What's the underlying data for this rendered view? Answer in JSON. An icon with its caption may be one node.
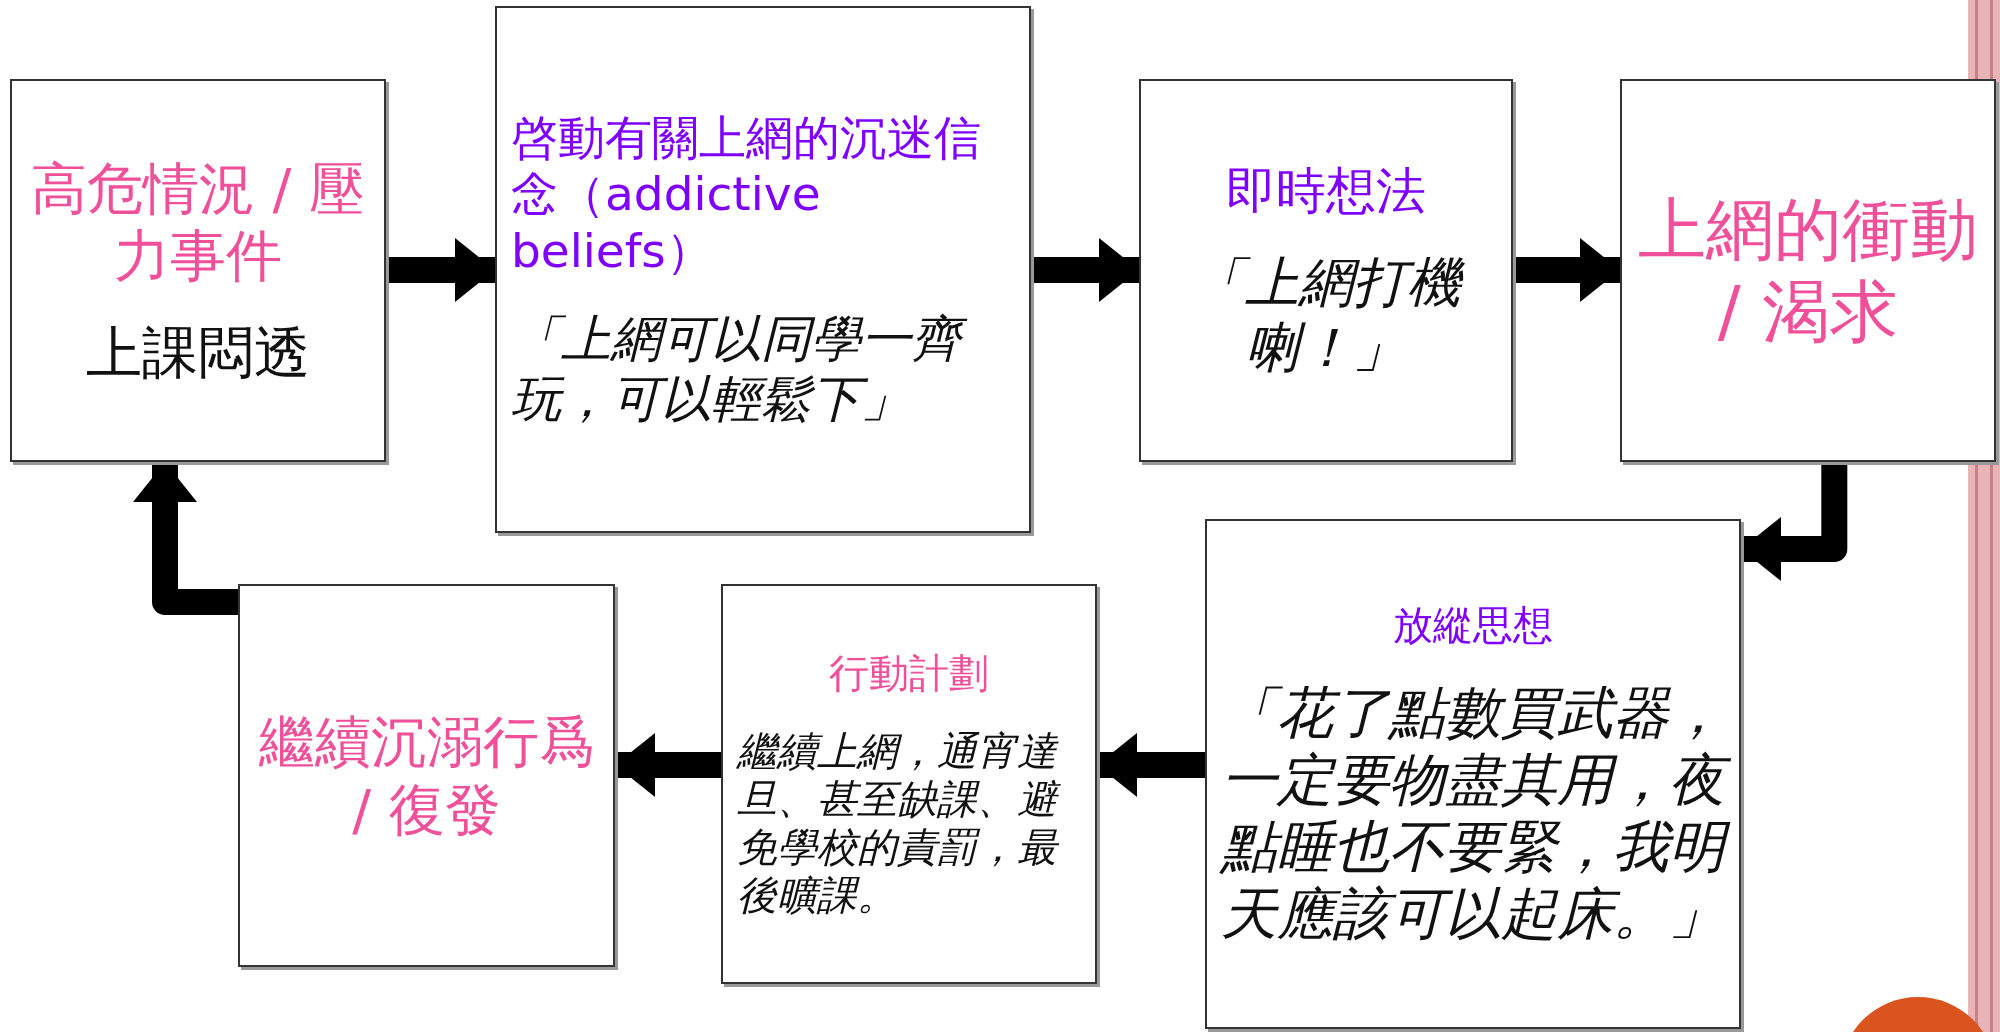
{
  "diagram": {
    "nodes": [
      {
        "text": [
          "高危情況 / 壓力事件",
          "上課悶透"
        ]
      },
      {
        "text": [
          "啓動有關上網的沉迷信念（addictive beliefs）",
          "「上網可以同學一齊玩，可以輕鬆下」"
        ]
      },
      {
        "text": [
          "即時想法",
          "「上網打機喇！」"
        ]
      },
      {
        "text": [
          "上網的衝動 / 渴求"
        ]
      },
      {
        "text": [
          "放縱思想",
          "「花了點數買武器，一定要物盡其用，夜點睡也不要緊，我明天應該可以起床。」"
        ]
      },
      {
        "text": [
          "行動計劃",
          "繼續上網，通宵達旦、甚至缺課、避免學校的責罰，最後曠課。"
        ]
      },
      {
        "text": [
          "繼續沉溺行爲 / 復發"
        ]
      }
    ],
    "edges": [
      {
        "from": 0,
        "to": 1,
        "arrow": "to"
      },
      {
        "from": 1,
        "to": 2,
        "arrow": "to"
      },
      {
        "from": 2,
        "to": 3,
        "arrow": "to"
      },
      {
        "from": 3,
        "to": 4,
        "arrow": "to"
      },
      {
        "from": 4,
        "to": 5,
        "arrow": "to"
      },
      {
        "from": 5,
        "to": 6,
        "arrow": "to"
      },
      {
        "from": 6,
        "to": 0,
        "arrow": "to"
      }
    ]
  }
}
